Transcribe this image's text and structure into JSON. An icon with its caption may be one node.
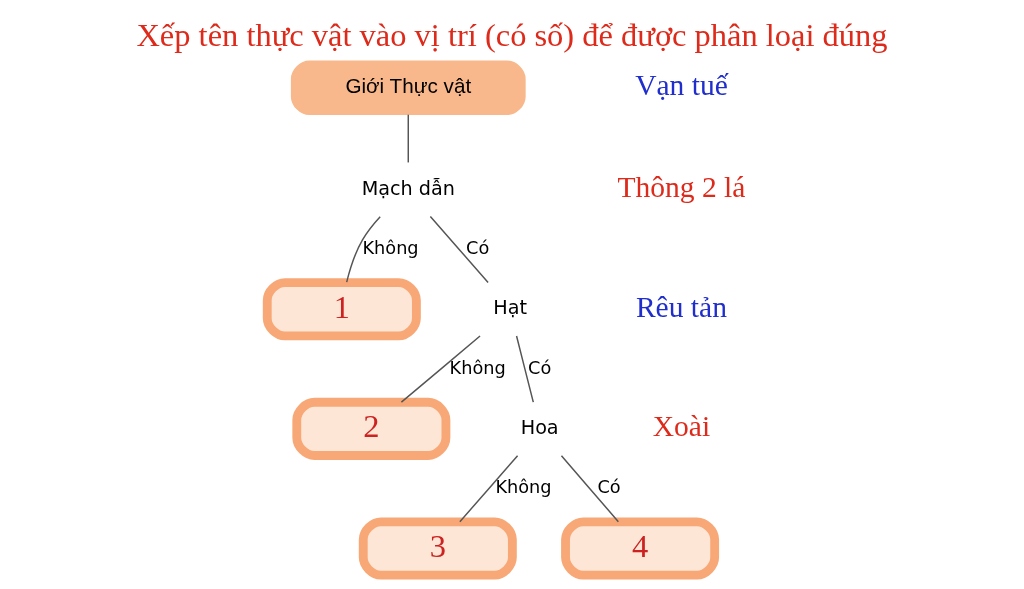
{
  "diagram": {
    "title": "Xếp tên thực vật vào vị trí (có số) để được phân loại đúng",
    "nodes": [
      {
        "text": [
          "Giới Thực vật"
        ]
      },
      {
        "text": [
          "Mạch dẫn"
        ]
      },
      {
        "text": [
          "1"
        ]
      },
      {
        "text": [
          "Hạt"
        ]
      },
      {
        "text": [
          "2"
        ]
      },
      {
        "text": [
          "Hoa"
        ]
      },
      {
        "text": [
          "3"
        ]
      },
      {
        "text": [
          "4"
        ]
      }
    ],
    "edges": [
      {
        "from": 0,
        "to": 1,
        "arrow": "none"
      },
      {
        "from": 1,
        "to": 2,
        "arrow": "none",
        "label": "Không"
      },
      {
        "from": 1,
        "to": 3,
        "arrow": "none",
        "label": "Có"
      },
      {
        "from": 3,
        "to": 4,
        "arrow": "none",
        "label": "Không"
      },
      {
        "from": 3,
        "to": 5,
        "arrow": "none",
        "label": "Có"
      },
      {
        "from": 5,
        "to": 6,
        "arrow": "none",
        "label": "Không"
      },
      {
        "from": 5,
        "to": 7,
        "arrow": "none",
        "label": "Có"
      }
    ],
    "labels": [
      "Vạn tuế",
      "Thông 2 lá",
      "Rêu tản",
      "Xoài"
    ]
  }
}
